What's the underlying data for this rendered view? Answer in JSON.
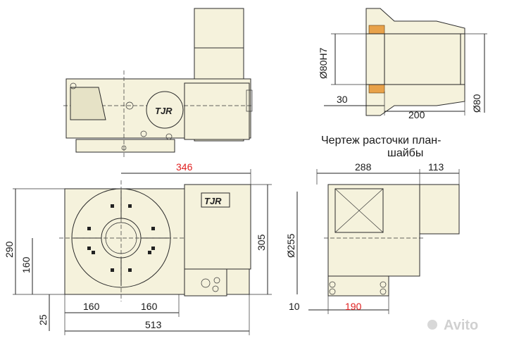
{
  "caption_line1": "Чертеж расточки план-",
  "caption_line2": "шайбы",
  "dims": {
    "d_80h7": "Ø80H7",
    "d_30": "30",
    "d_200": "200",
    "d_80": "Ø80",
    "d_346": "346",
    "d_288": "288",
    "d_113": "113",
    "d_290": "290",
    "d_160v": "160",
    "d_305": "305",
    "d_255": "Ø255",
    "d_25": "25",
    "d_160a": "160",
    "d_160b": "160",
    "d_513": "513",
    "d_10": "10",
    "d_190": "190"
  },
  "logo_text": "TJR",
  "watermark": "Avito",
  "colors": {
    "body": "#f5f2dc",
    "red_dim": "#e02020",
    "hatch": "#e8a24a"
  }
}
